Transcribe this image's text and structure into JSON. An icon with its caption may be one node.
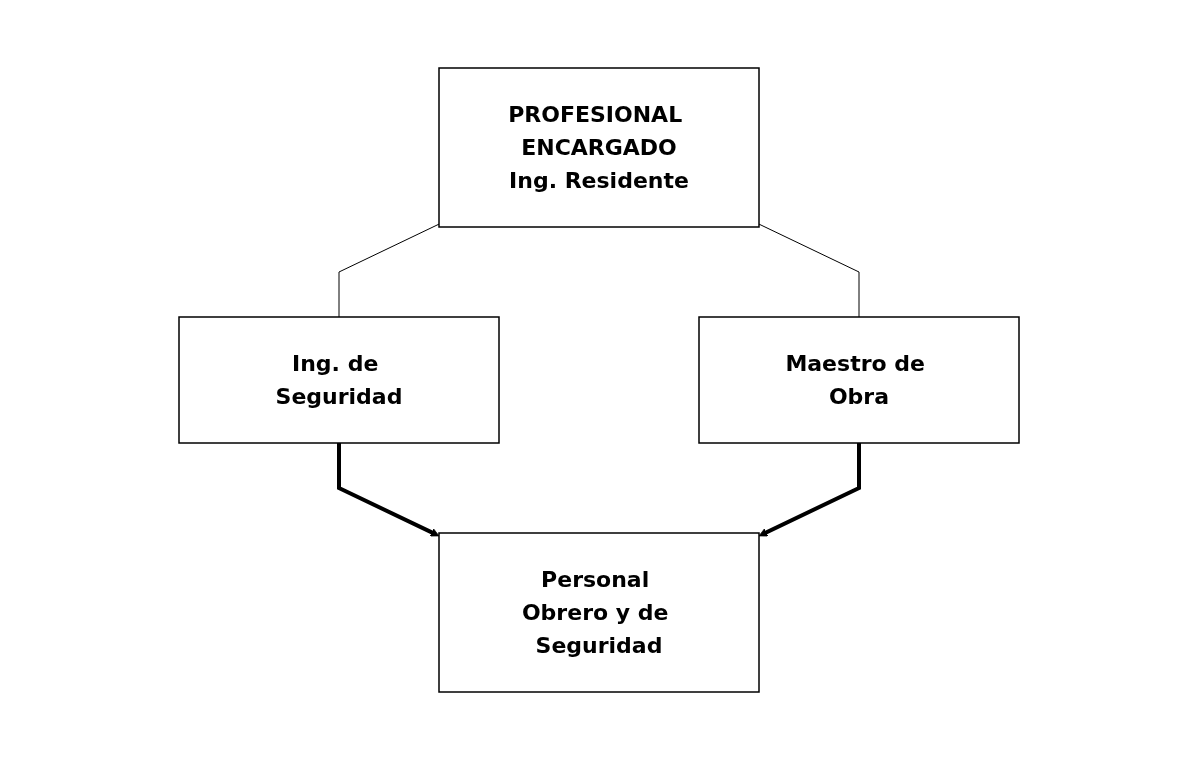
{
  "diagram": {
    "nodes": [
      {
        "text": [
          "PROFESIONAL ENCARGADO",
          "Ing. Residente"
        ]
      },
      {
        "text": [
          "Ing. de Seguridad"
        ]
      },
      {
        "text": [
          "Maestro de Obra"
        ]
      },
      {
        "text": [
          "Personal Obrero y de Seguridad"
        ]
      }
    ],
    "edges": [
      {
        "from": 0,
        "to": 1,
        "arrow": "none"
      },
      {
        "from": 0,
        "to": 2,
        "arrow": "none"
      },
      {
        "from": 1,
        "to": 3,
        "arrow": "to",
        "style": "thick"
      },
      {
        "from": 2,
        "to": 3,
        "arrow": "to",
        "style": "thick"
      }
    ]
  }
}
